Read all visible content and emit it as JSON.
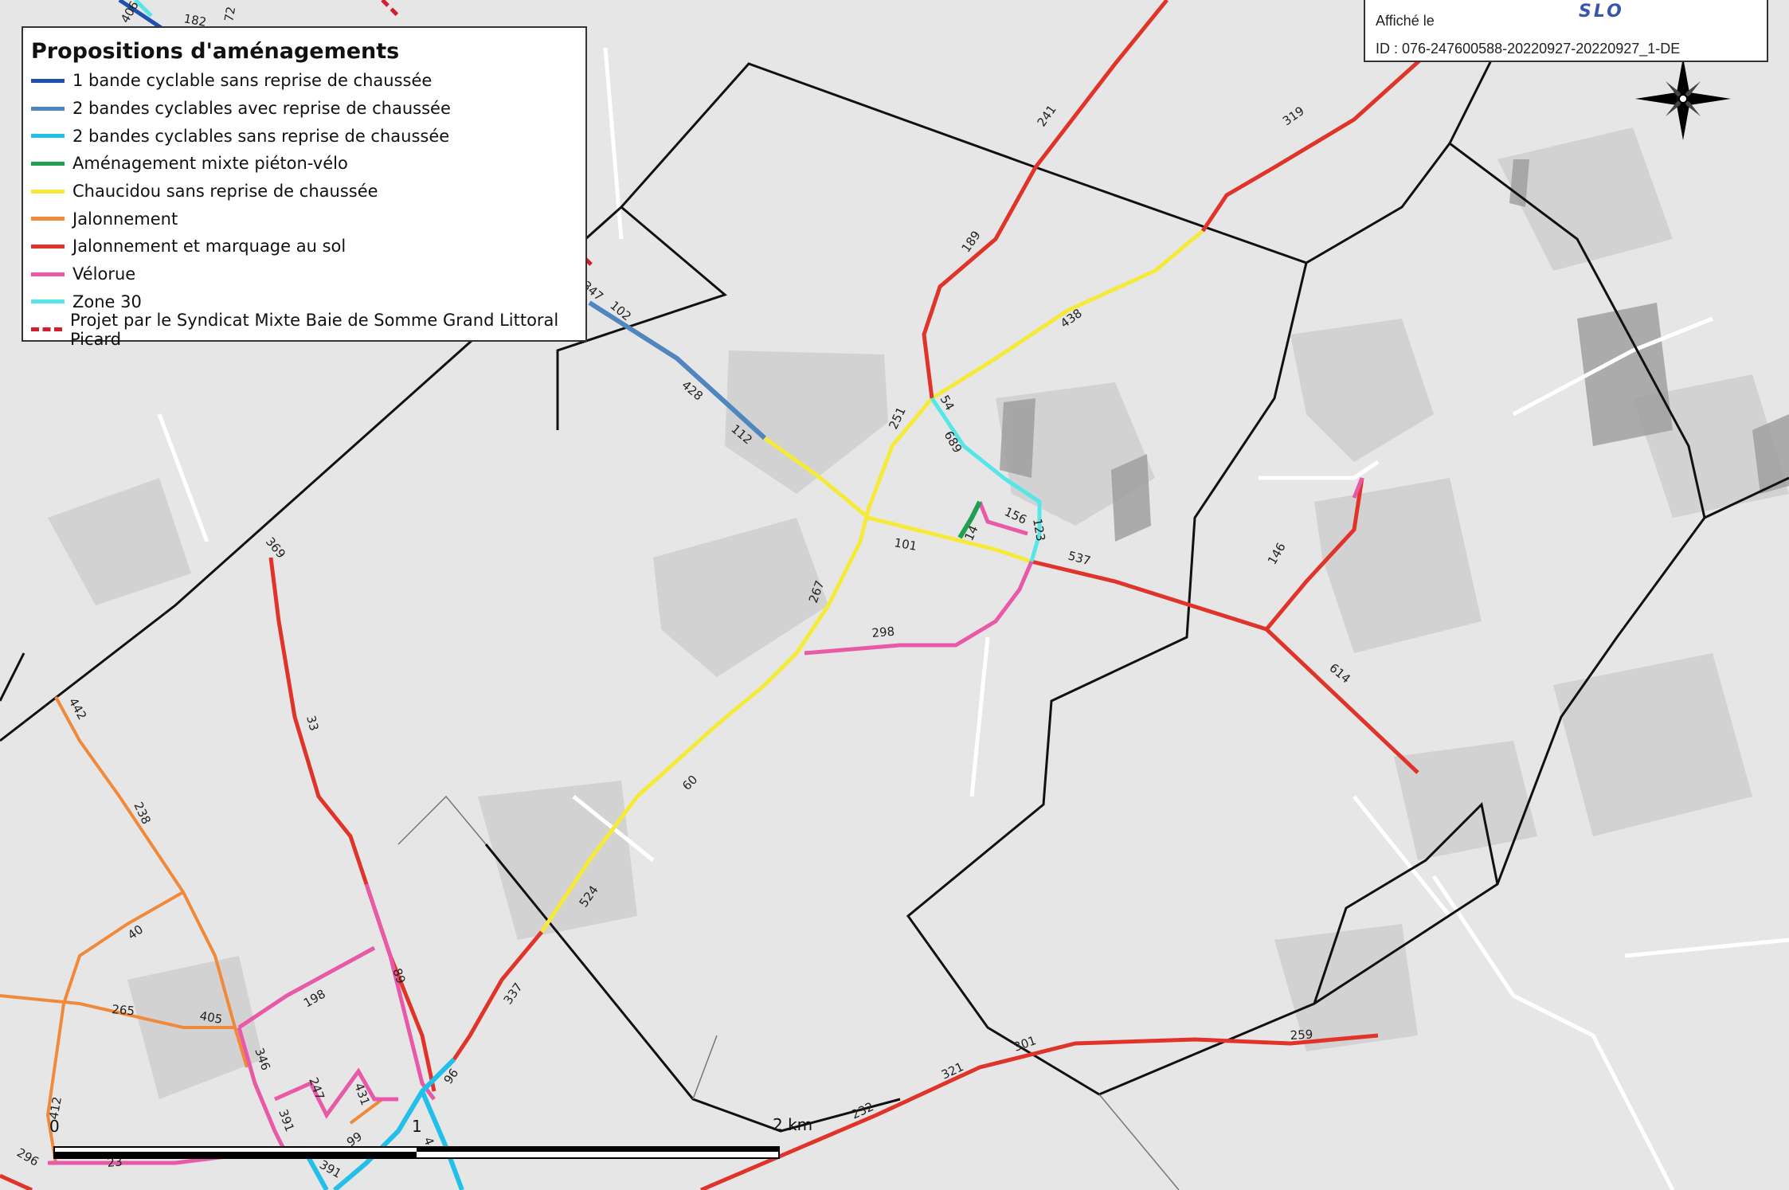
{
  "legend": {
    "title": "Propositions d'aménagements",
    "items": [
      {
        "label": "1 bande cyclable sans reprise de chaussée",
        "color": "#1f4fb0",
        "style": "solid"
      },
      {
        "label": "2 bandes cyclables avec reprise de chaussée",
        "color": "#4f86bf",
        "style": "solid"
      },
      {
        "label": "2 bandes cyclables sans reprise de chaussée",
        "color": "#22c0e8",
        "style": "solid"
      },
      {
        "label": "Aménagement mixte piéton-vélo",
        "color": "#20a050",
        "style": "solid"
      },
      {
        "label": "Chaucidou sans reprise de chaussée",
        "color": "#f5ea3a",
        "style": "solid"
      },
      {
        "label": "Jalonnement",
        "color": "#f08a3a",
        "style": "solid"
      },
      {
        "label": "Jalonnement et marquage au sol",
        "color": "#e0342a",
        "style": "solid"
      },
      {
        "label": "Vélorue",
        "color": "#e85aa8",
        "style": "solid"
      },
      {
        "label": "Zone 30",
        "color": "#55e6e8",
        "style": "solid"
      },
      {
        "label": "Projet par le Syndicat Mixte Baie de Somme Grand Littoral Picard",
        "color": "#d0202c",
        "style": "dashed"
      }
    ]
  },
  "stamp": {
    "affiche": "Affiché le",
    "id": "ID : 076-247600588-20220927-20220927_1-DE",
    "logo": "SLO"
  },
  "scale": {
    "labels": [
      "0",
      "1",
      "2 km"
    ]
  },
  "segment_labels": [
    "406",
    "182",
    "72",
    "347",
    "102",
    "241",
    "319",
    "189",
    "438",
    "54",
    "428",
    "251",
    "112",
    "689",
    "156",
    "14",
    "123",
    "101",
    "537",
    "146",
    "369",
    "267",
    "298",
    "614",
    "442",
    "33",
    "60",
    "238",
    "524",
    "40",
    "89",
    "337",
    "198",
    "265",
    "405",
    "346",
    "247",
    "431",
    "96",
    "301",
    "321",
    "259",
    "232",
    "412",
    "391",
    "296",
    "23",
    "99",
    "391",
    "4"
  ],
  "icons": {
    "north_arrow": "compass-rose-icon"
  }
}
